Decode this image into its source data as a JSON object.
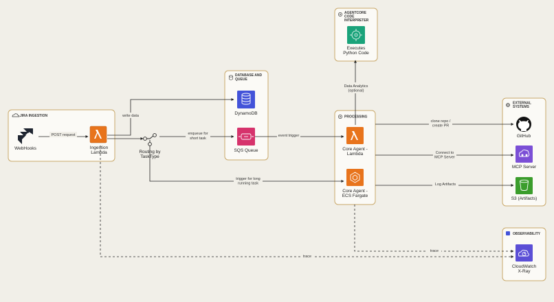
{
  "groups": {
    "jira": "JIRA INGESTION",
    "db_queue_1": "DATABASE AND",
    "db_queue_2": "QUEUE",
    "agentcore_1": "AGENTCORE",
    "agentcore_2": "CODE",
    "agentcore_3": "INTERPRETER",
    "processing": "PROCESSING",
    "external_1": "EXTERNAL",
    "external_2": "SYSTEMS",
    "observability": "OBSERVABILITY"
  },
  "nodes": {
    "webhooks": "WebHooks",
    "ingestion_1": "Ingestion",
    "ingestion_2": "Lambda",
    "routing_1": "Routing by",
    "routing_2": "TaskType",
    "dynamodb": "DynamoDB",
    "sqs": "SQS Queue",
    "executes_1": "Executes",
    "executes_2": "Python Code",
    "core_lambda_1": "Core Agent -",
    "core_lambda_2": "Lambda",
    "core_ecs_1": "Core Agent -",
    "core_ecs_2": "ECS Fargate",
    "github": "GitHub",
    "mcp": "MCP Server",
    "s3": "S3 (Artifacts)",
    "cloudwatch_1": "CloudWatch",
    "cloudwatch_2": "X-Ray"
  },
  "edges": {
    "post_request": "POST request",
    "write_data": "write data",
    "enqueue_1": "enqueue for",
    "enqueue_2": "short task",
    "event_trigger": "event trigger",
    "long_1": "trigger for long",
    "long_2": "running task",
    "analytics_1": "Data Analytics",
    "analytics_2": "(optional)",
    "clone_1": "clone repo /",
    "clone_2": "create PR",
    "connect_1": "Connect to",
    "connect_2": "MCP Server",
    "log_artifacts": "Log Artifacts",
    "trace_1": "trace",
    "trace_2": "trace"
  },
  "colors": {
    "background": "#f1efe8",
    "group_border": "#c9a86a",
    "lambda_orange": "#e8741c",
    "dynamo_blue": "#4353d9",
    "sqs_pink": "#d6336c",
    "code_green": "#1aa37a",
    "s3_green": "#3b9d2c",
    "mcp_purple": "#7b4fd6",
    "cloudwatch_purple": "#5b4fd6"
  }
}
